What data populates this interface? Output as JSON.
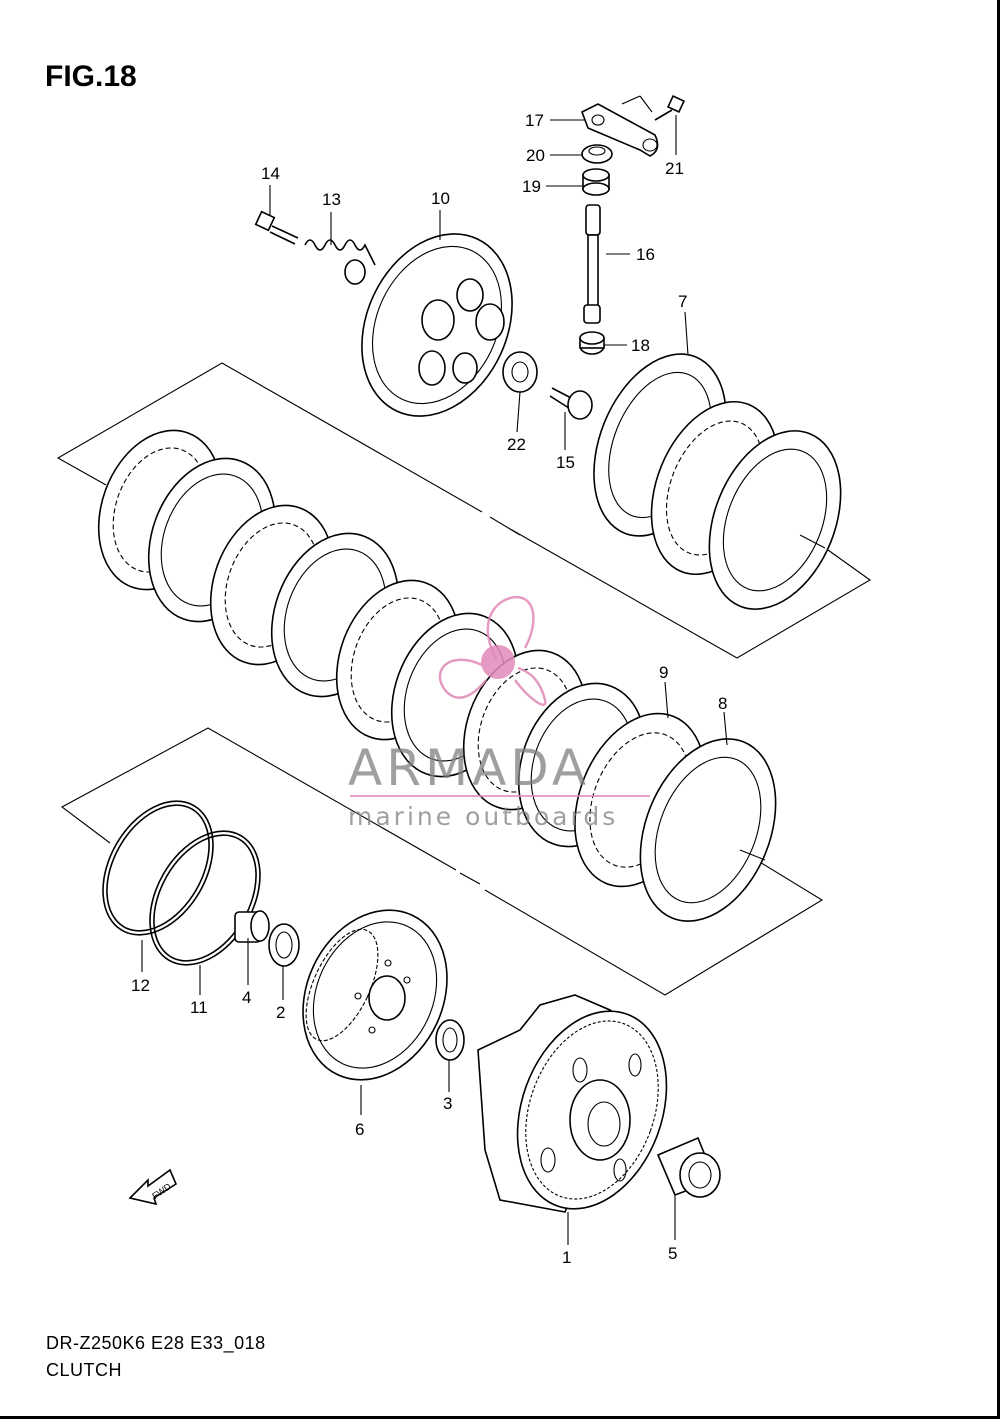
{
  "figure": {
    "title": "FIG.18",
    "model_code": "DR-Z250K6 E28 E33_018",
    "group_name": "CLUTCH",
    "direction_label": "FWD"
  },
  "watermark": {
    "brand": "ARMADA",
    "tagline": "marine outboards",
    "color": "#e08ab8"
  },
  "callouts": {
    "p1": "1",
    "p2": "2",
    "p3": "3",
    "p4": "4",
    "p5": "5",
    "p6": "6",
    "p7": "7",
    "p8": "8",
    "p9": "9",
    "p10": "10",
    "p11": "11",
    "p12": "12",
    "p13": "13",
    "p14": "14",
    "p15": "15",
    "p16": "16",
    "p17": "17",
    "p18": "18",
    "p19": "19",
    "p20": "20",
    "p21": "21",
    "p22": "22"
  }
}
